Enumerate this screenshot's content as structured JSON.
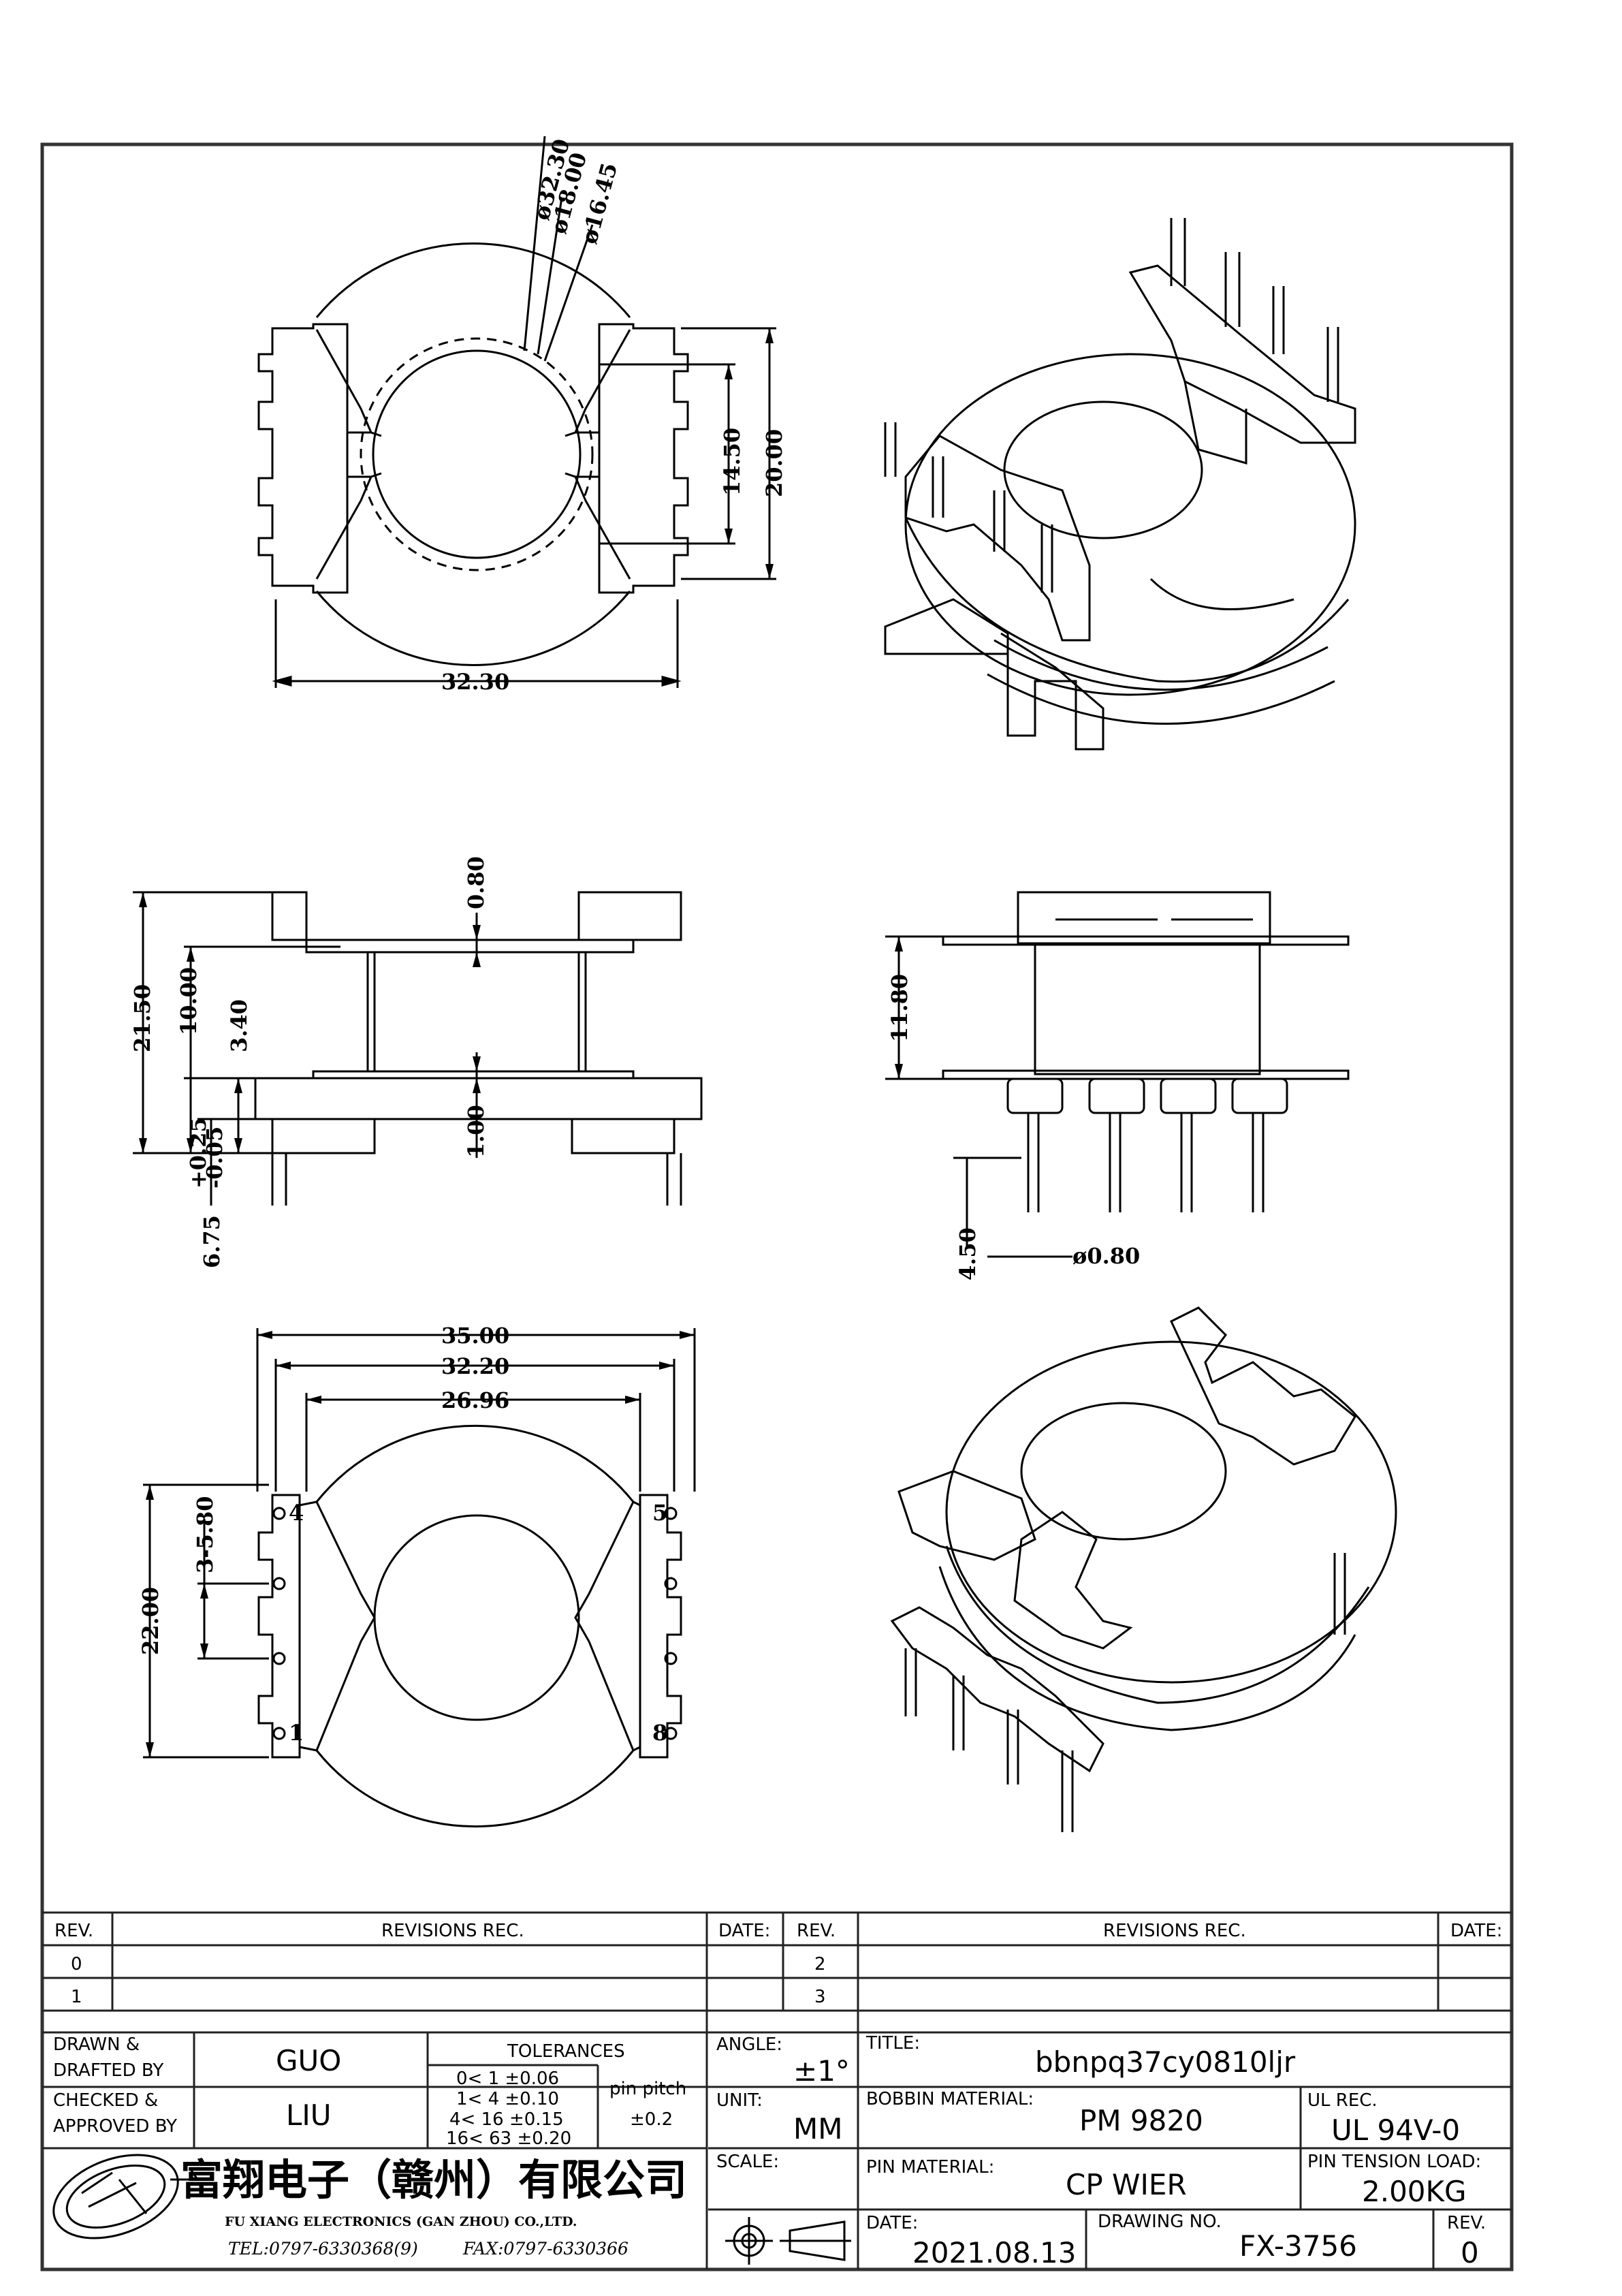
{
  "views": {
    "top": {
      "d1": "ø32.30",
      "d2": "ø18.00",
      "d3": "ø16.45",
      "h1": "14.50",
      "h2": "20.00",
      "w": "32.30"
    },
    "side": {
      "h_total": "21.50",
      "h_win": "10.00",
      "h_base": "3.40",
      "flange_top": "0.80",
      "flange_bot": "1.00",
      "pin_len": "6.75",
      "tol_plus": "+0.25",
      "tol_minus": "-0.05"
    },
    "front": {
      "h": "11.80",
      "pin_len": "4.50",
      "pin_dia": "ø0.80"
    },
    "bottom": {
      "w1": "35.00",
      "w2": "32.20",
      "w3": "26.96",
      "pitch": "3-5.80",
      "h": "22.00",
      "pin1": "1",
      "pin4": "4",
      "pin5": "5",
      "pin8": "8"
    }
  },
  "revisions": {
    "hdr_rev": "REV.",
    "hdr_rec": "REVISIONS   REC.",
    "hdr_date": "DATE:",
    "rows_left": [
      "0",
      "1"
    ],
    "rows_right": [
      "2",
      "3"
    ]
  },
  "title_block": {
    "drawn_label": "DRAWN &",
    "drafted_label": "DRAFTED BY",
    "drawn_value": "GUO",
    "checked_label": "CHECKED &",
    "approved_label": "APPROVED BY",
    "checked_value": "LIU",
    "tol_title": "TOLERANCES",
    "tol_rows": [
      "0<  1  ±0.06",
      "1<  4  ±0.10",
      "4<  16  ±0.15",
      "16<  63  ±0.20"
    ],
    "pin_pitch_label": "pin pitch",
    "pin_pitch_value": "±0.2",
    "angle_label": "ANGLE:",
    "angle_value": "±1°",
    "unit_label": "UNIT:",
    "unit_value": "MM",
    "scale_label": "SCALE:",
    "title_label": "TITLE:",
    "title_value": "bbnpq37cy0810ljr",
    "bobbin_label": "BOBBIN MATERIAL:",
    "bobbin_value": "PM 9820",
    "ul_label": "UL REC.",
    "ul_value": "UL 94V-0",
    "pinmat_label": "PIN MATERIAL:",
    "pinmat_value": "CP WIER",
    "tension_label": "PIN TENSION LOAD:",
    "tension_value": "2.00KG",
    "date_label": "DATE:",
    "date_value": "2021.08.13",
    "drawing_label": "DRAWING NO.",
    "drawing_value": "FX-3756",
    "rev_label": "REV.",
    "rev_value": "0",
    "company_cn": "富翔电子（赣州）有限公司",
    "company_en": "FU XIANG ELECTRONICS (GAN ZHOU) CO.,LTD.",
    "tel": "TEL:0797-6330368(9)",
    "fax": "FAX:0797-6330366"
  }
}
